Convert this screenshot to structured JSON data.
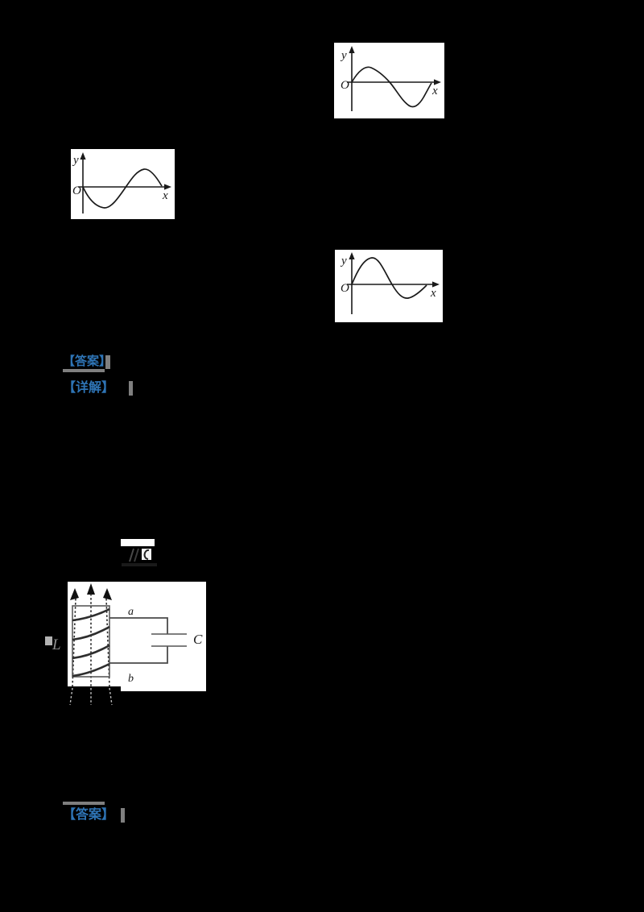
{
  "page": {
    "background": "#000000",
    "note_colors": {
      "accent_blue": "#2E74B5",
      "highlight_gray": "#7F7F7F"
    }
  },
  "figures": {
    "graph_top_right": {
      "y_label": "y",
      "x_label": "x",
      "origin_label": "O",
      "shape": "sine curve from origin: small crest then larger trough (growing amplitude)"
    },
    "graph_left": {
      "y_label": "y",
      "x_label": "x",
      "origin_label": "O",
      "shape": "sine curve from origin: trough first then crest"
    },
    "graph_mid_right": {
      "y_label": "y",
      "x_label": "x",
      "origin_label": "O",
      "shape": "sine curve from origin: large crest then smaller trough (damped)"
    }
  },
  "circuit": {
    "inductor_label": "L",
    "top_terminal_label": "a",
    "bottom_terminal_label": "b",
    "capacitor_label": "C",
    "description": "coil with upward dashed magnetic field arrows connected to a capacitor"
  },
  "badges": {
    "answer_1": "【答案】",
    "explain": "【详解】",
    "answer_2": "【答案】"
  }
}
